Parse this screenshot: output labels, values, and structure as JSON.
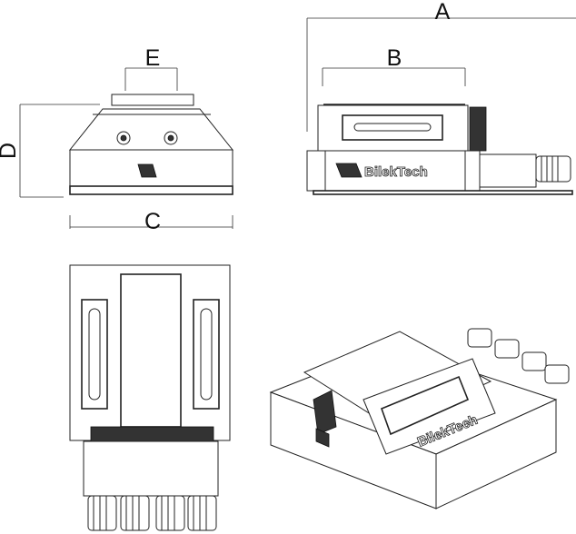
{
  "dimensions": {
    "a": "A",
    "b": "B",
    "c": "C",
    "d": "D",
    "e": "E"
  },
  "brand": {
    "logo_text": "BilekTech"
  },
  "colors": {
    "line": "#222222",
    "background": "#ffffff"
  }
}
